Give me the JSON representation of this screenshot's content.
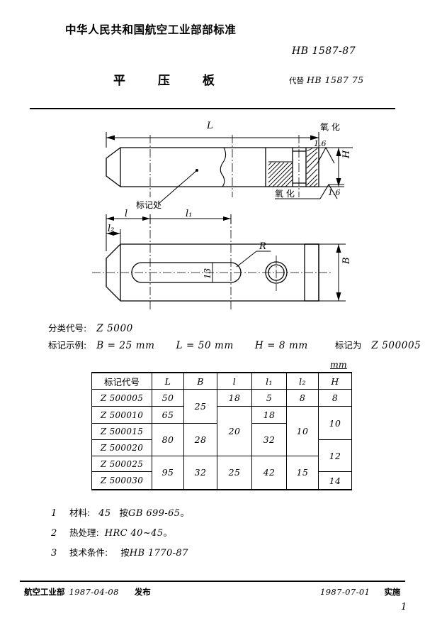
{
  "header": {
    "organization": "中华人民共和国航空工业部部标准",
    "standard_number": "HB 1587-87",
    "title": "平 压 板",
    "replaces_label": "代替",
    "replaces_value": "HB 1587  75"
  },
  "drawing": {
    "front_view": {
      "dim_length": "L",
      "dim_height": "H",
      "label_marking": "标记处",
      "label_oxidize_top": "氧 化",
      "label_oxidize_bottom": "氧 化",
      "roughness_top": "1.6",
      "roughness_bottom": "1.6"
    },
    "plan_view": {
      "dim_l": "l",
      "dim_l1": "l₁",
      "dim_l2": "l₂",
      "dim_b": "B",
      "dim_slot_width": "13",
      "label_radius": "R"
    }
  },
  "spec": {
    "class_code_label": "分类代号:",
    "class_code_value": "Z 5000",
    "mark_example_label": "标记示例:",
    "mark_b": "B = 25 mm",
    "mark_l": "L = 50 mm",
    "mark_h": "H = 8 mm",
    "mark_as_label": "标记为",
    "mark_as_value": "Z 500005"
  },
  "table": {
    "unit": "mm",
    "headers": [
      "标记代号",
      "L",
      "B",
      "l",
      "l₁",
      "l₂",
      "H"
    ],
    "rows": [
      {
        "code": "Z 500005",
        "L": "50",
        "B": "25",
        "l": "18",
        "l1": "5",
        "l2": "8",
        "H": "8"
      },
      {
        "code": "Z 500010",
        "L": "65",
        "B": "25",
        "l": "20",
        "l1": "18",
        "l2": "10",
        "H": "10"
      },
      {
        "code": "Z 500015",
        "L": "80",
        "B": "28",
        "l": "20",
        "l1": "32",
        "l2": "10",
        "H": "10"
      },
      {
        "code": "Z 500020",
        "L": "80",
        "B": "28",
        "l": "20",
        "l1": "32",
        "l2": "10",
        "H": "12"
      },
      {
        "code": "Z 500025",
        "L": "95",
        "B": "32",
        "l": "25",
        "l1": "42",
        "l2": "15",
        "H": "12"
      },
      {
        "code": "Z 500030",
        "L": "95",
        "B": "32",
        "l": "25",
        "l1": "42",
        "l2": "15",
        "H": "14"
      }
    ],
    "merged_values": {
      "L_50": "50",
      "L_65": "65",
      "L_80": "80",
      "L_95": "95",
      "B_25": "25",
      "B_28": "28",
      "B_32": "32",
      "l_18": "18",
      "l_20": "20",
      "l_25": "25",
      "l1_5": "5",
      "l1_18": "18",
      "l1_32": "32",
      "l1_42": "42",
      "l2_8": "8",
      "l2_10": "10",
      "l2_15": "15",
      "H_8": "8",
      "H_10": "10",
      "H_12": "12",
      "H_14": "14"
    }
  },
  "notes": [
    {
      "num": "1",
      "cn_a": "材料:",
      "val": "45",
      "cn_b": "按",
      "ref": "GB 699-65",
      "tail": "。"
    },
    {
      "num": "2",
      "cn_a": "热处理:",
      "val": "HRC 40~45",
      "cn_b": "",
      "ref": "",
      "tail": "。"
    },
    {
      "num": "3",
      "cn_a": "技术条件:",
      "val": "",
      "cn_b": "按",
      "ref": "HB 1770-87",
      "tail": ""
    }
  ],
  "footer": {
    "issuer": "航空工业部",
    "issue_date": "1987-04-08",
    "issue_word": "发布",
    "effective_date": "1987-07-01",
    "effective_word": "实施",
    "page_number": "1"
  }
}
